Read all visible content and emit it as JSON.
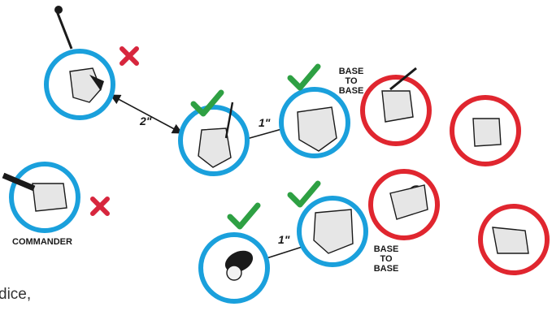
{
  "colors": {
    "friendly_base": "#1aa0dc",
    "enemy_base": "#e0262f",
    "valid_mark": "#2ea043",
    "invalid_mark": "#d7263d",
    "ink": "#1a1a1a"
  },
  "labels": {
    "dist_2in": "2\"",
    "dist_1in_top": "1\"",
    "dist_1in_bottom": "1\"",
    "base_to_base_top": [
      "BASE",
      "TO",
      "BASE"
    ],
    "base_to_base_bottom": [
      "BASE",
      "TO",
      "BASE"
    ],
    "commander": "COMMANDER"
  },
  "body_text_fragment": "dice,",
  "icons": {
    "valid": "check-icon",
    "invalid": "cross-icon"
  }
}
